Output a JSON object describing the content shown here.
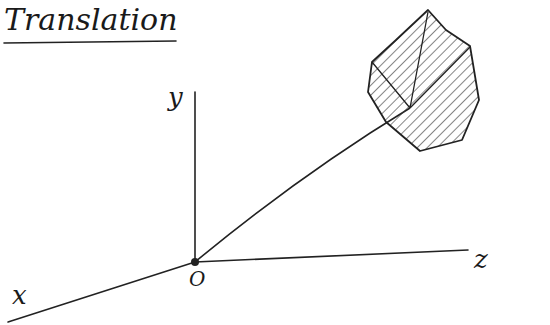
{
  "diagram": {
    "title": "Translation",
    "labels": [
      "y",
      "z",
      "x",
      "O"
    ]
  }
}
